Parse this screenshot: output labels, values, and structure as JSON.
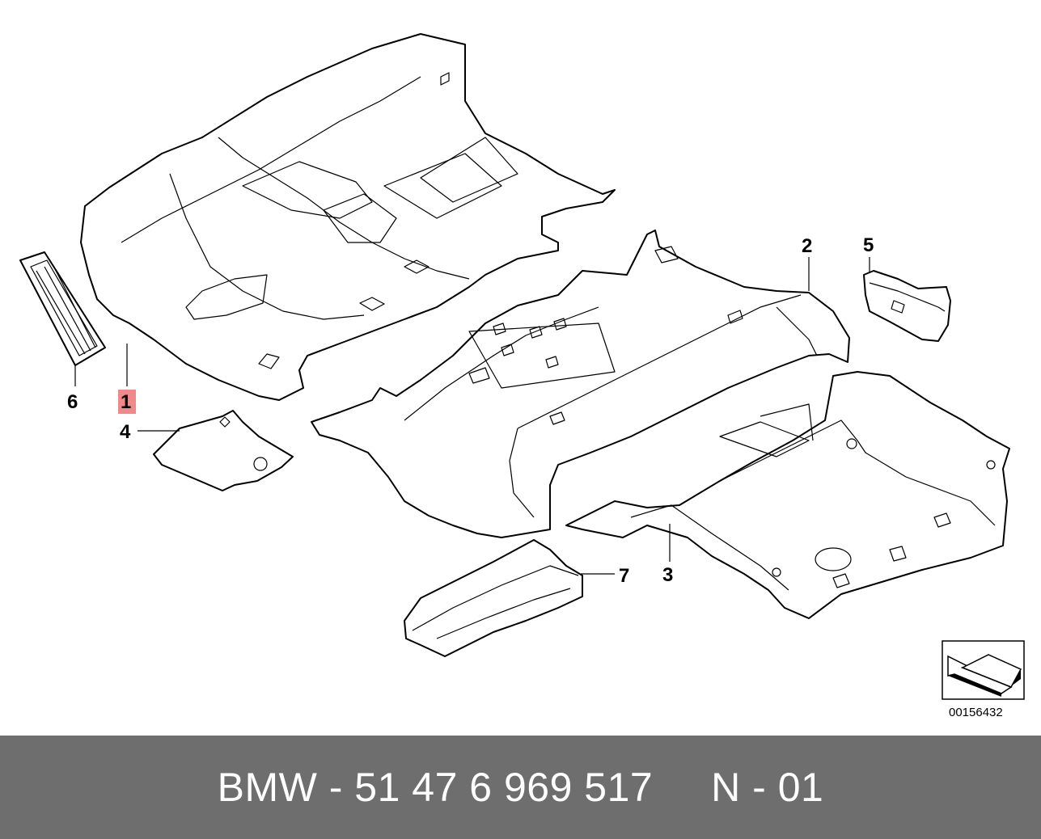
{
  "diagram": {
    "callouts": [
      "1",
      "2",
      "3",
      "4",
      "5",
      "6",
      "7"
    ],
    "highlighted_callout": "1",
    "highlight_color": "#f08a8a",
    "diagram_number": "00156432",
    "orientation_icon": "direction-arrow-icon"
  },
  "footer": {
    "text": "BMW - 51 47 6 969 517     N - 01",
    "background": "#6e6e6e",
    "text_color": "#ffffff"
  }
}
